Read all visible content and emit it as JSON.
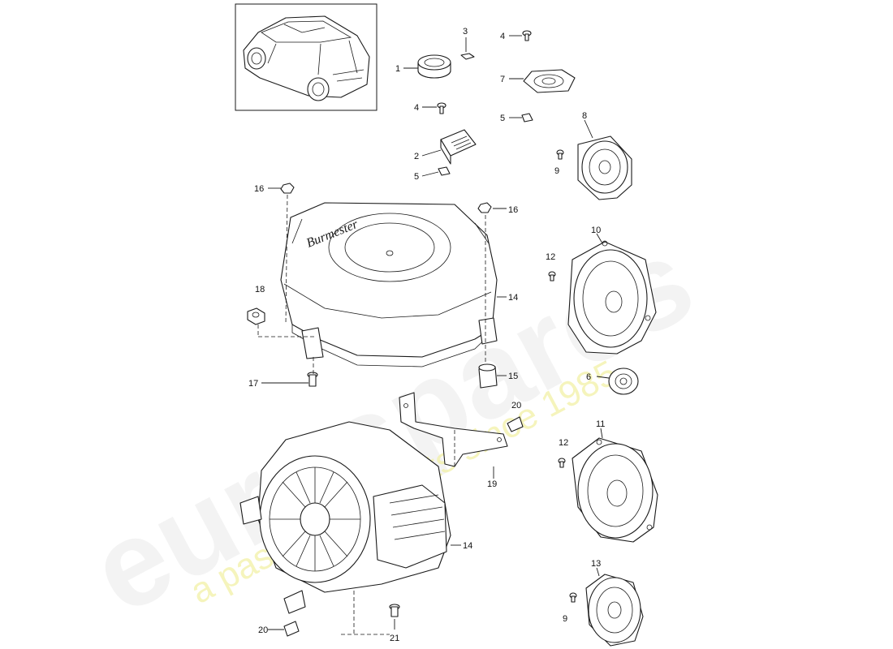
{
  "diagram": {
    "watermark": {
      "brand": "eurospares",
      "tagline": "a passion for parts since 1985",
      "tagline_color": "#f2f0a6"
    },
    "brand_script": "Burmester",
    "callouts": [
      {
        "id": "c1",
        "label": "1"
      },
      {
        "id": "c3",
        "label": "3"
      },
      {
        "id": "c4a",
        "label": "4"
      },
      {
        "id": "c7",
        "label": "7"
      },
      {
        "id": "c5a",
        "label": "5"
      },
      {
        "id": "c4b",
        "label": "4"
      },
      {
        "id": "c2",
        "label": "2"
      },
      {
        "id": "c5b",
        "label": "5"
      },
      {
        "id": "c8",
        "label": "8"
      },
      {
        "id": "c9a",
        "label": "9"
      },
      {
        "id": "c16a",
        "label": "16"
      },
      {
        "id": "c16b",
        "label": "16"
      },
      {
        "id": "c10",
        "label": "10"
      },
      {
        "id": "c12a",
        "label": "12"
      },
      {
        "id": "c18",
        "label": "18"
      },
      {
        "id": "c14a",
        "label": "14"
      },
      {
        "id": "c6",
        "label": "6"
      },
      {
        "id": "c17",
        "label": "17"
      },
      {
        "id": "c15",
        "label": "15"
      },
      {
        "id": "c20a",
        "label": "20"
      },
      {
        "id": "c11",
        "label": "11"
      },
      {
        "id": "c12b",
        "label": "12"
      },
      {
        "id": "c19",
        "label": "19"
      },
      {
        "id": "c14b",
        "label": "14"
      },
      {
        "id": "c13",
        "label": "13"
      },
      {
        "id": "c9b",
        "label": "9"
      },
      {
        "id": "c20b",
        "label": "20"
      },
      {
        "id": "c21",
        "label": "21"
      }
    ]
  }
}
